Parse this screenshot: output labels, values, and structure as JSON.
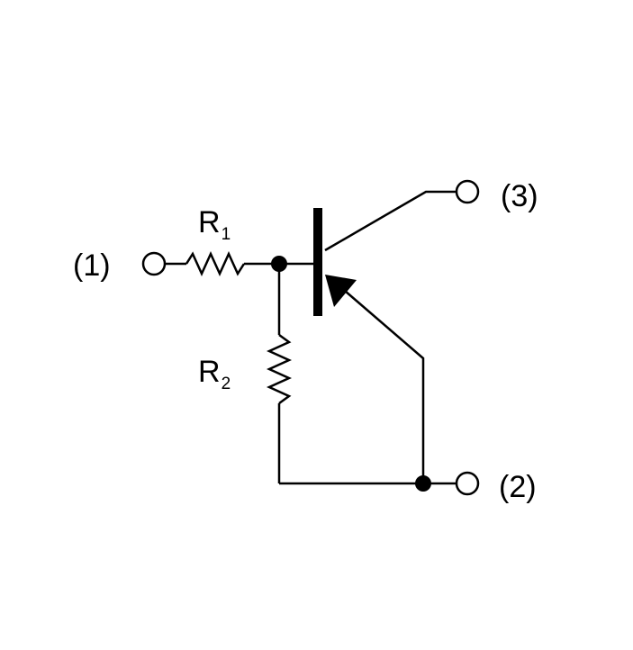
{
  "schematic": {
    "terminals": {
      "t1": "(1)",
      "t2": "(2)",
      "t3": "(3)"
    },
    "resistors": {
      "r1": {
        "letter": "R",
        "subscript": "1"
      },
      "r2": {
        "letter": "R",
        "subscript": "2"
      }
    },
    "colors": {
      "stroke": "#000000",
      "background": "#ffffff"
    }
  }
}
